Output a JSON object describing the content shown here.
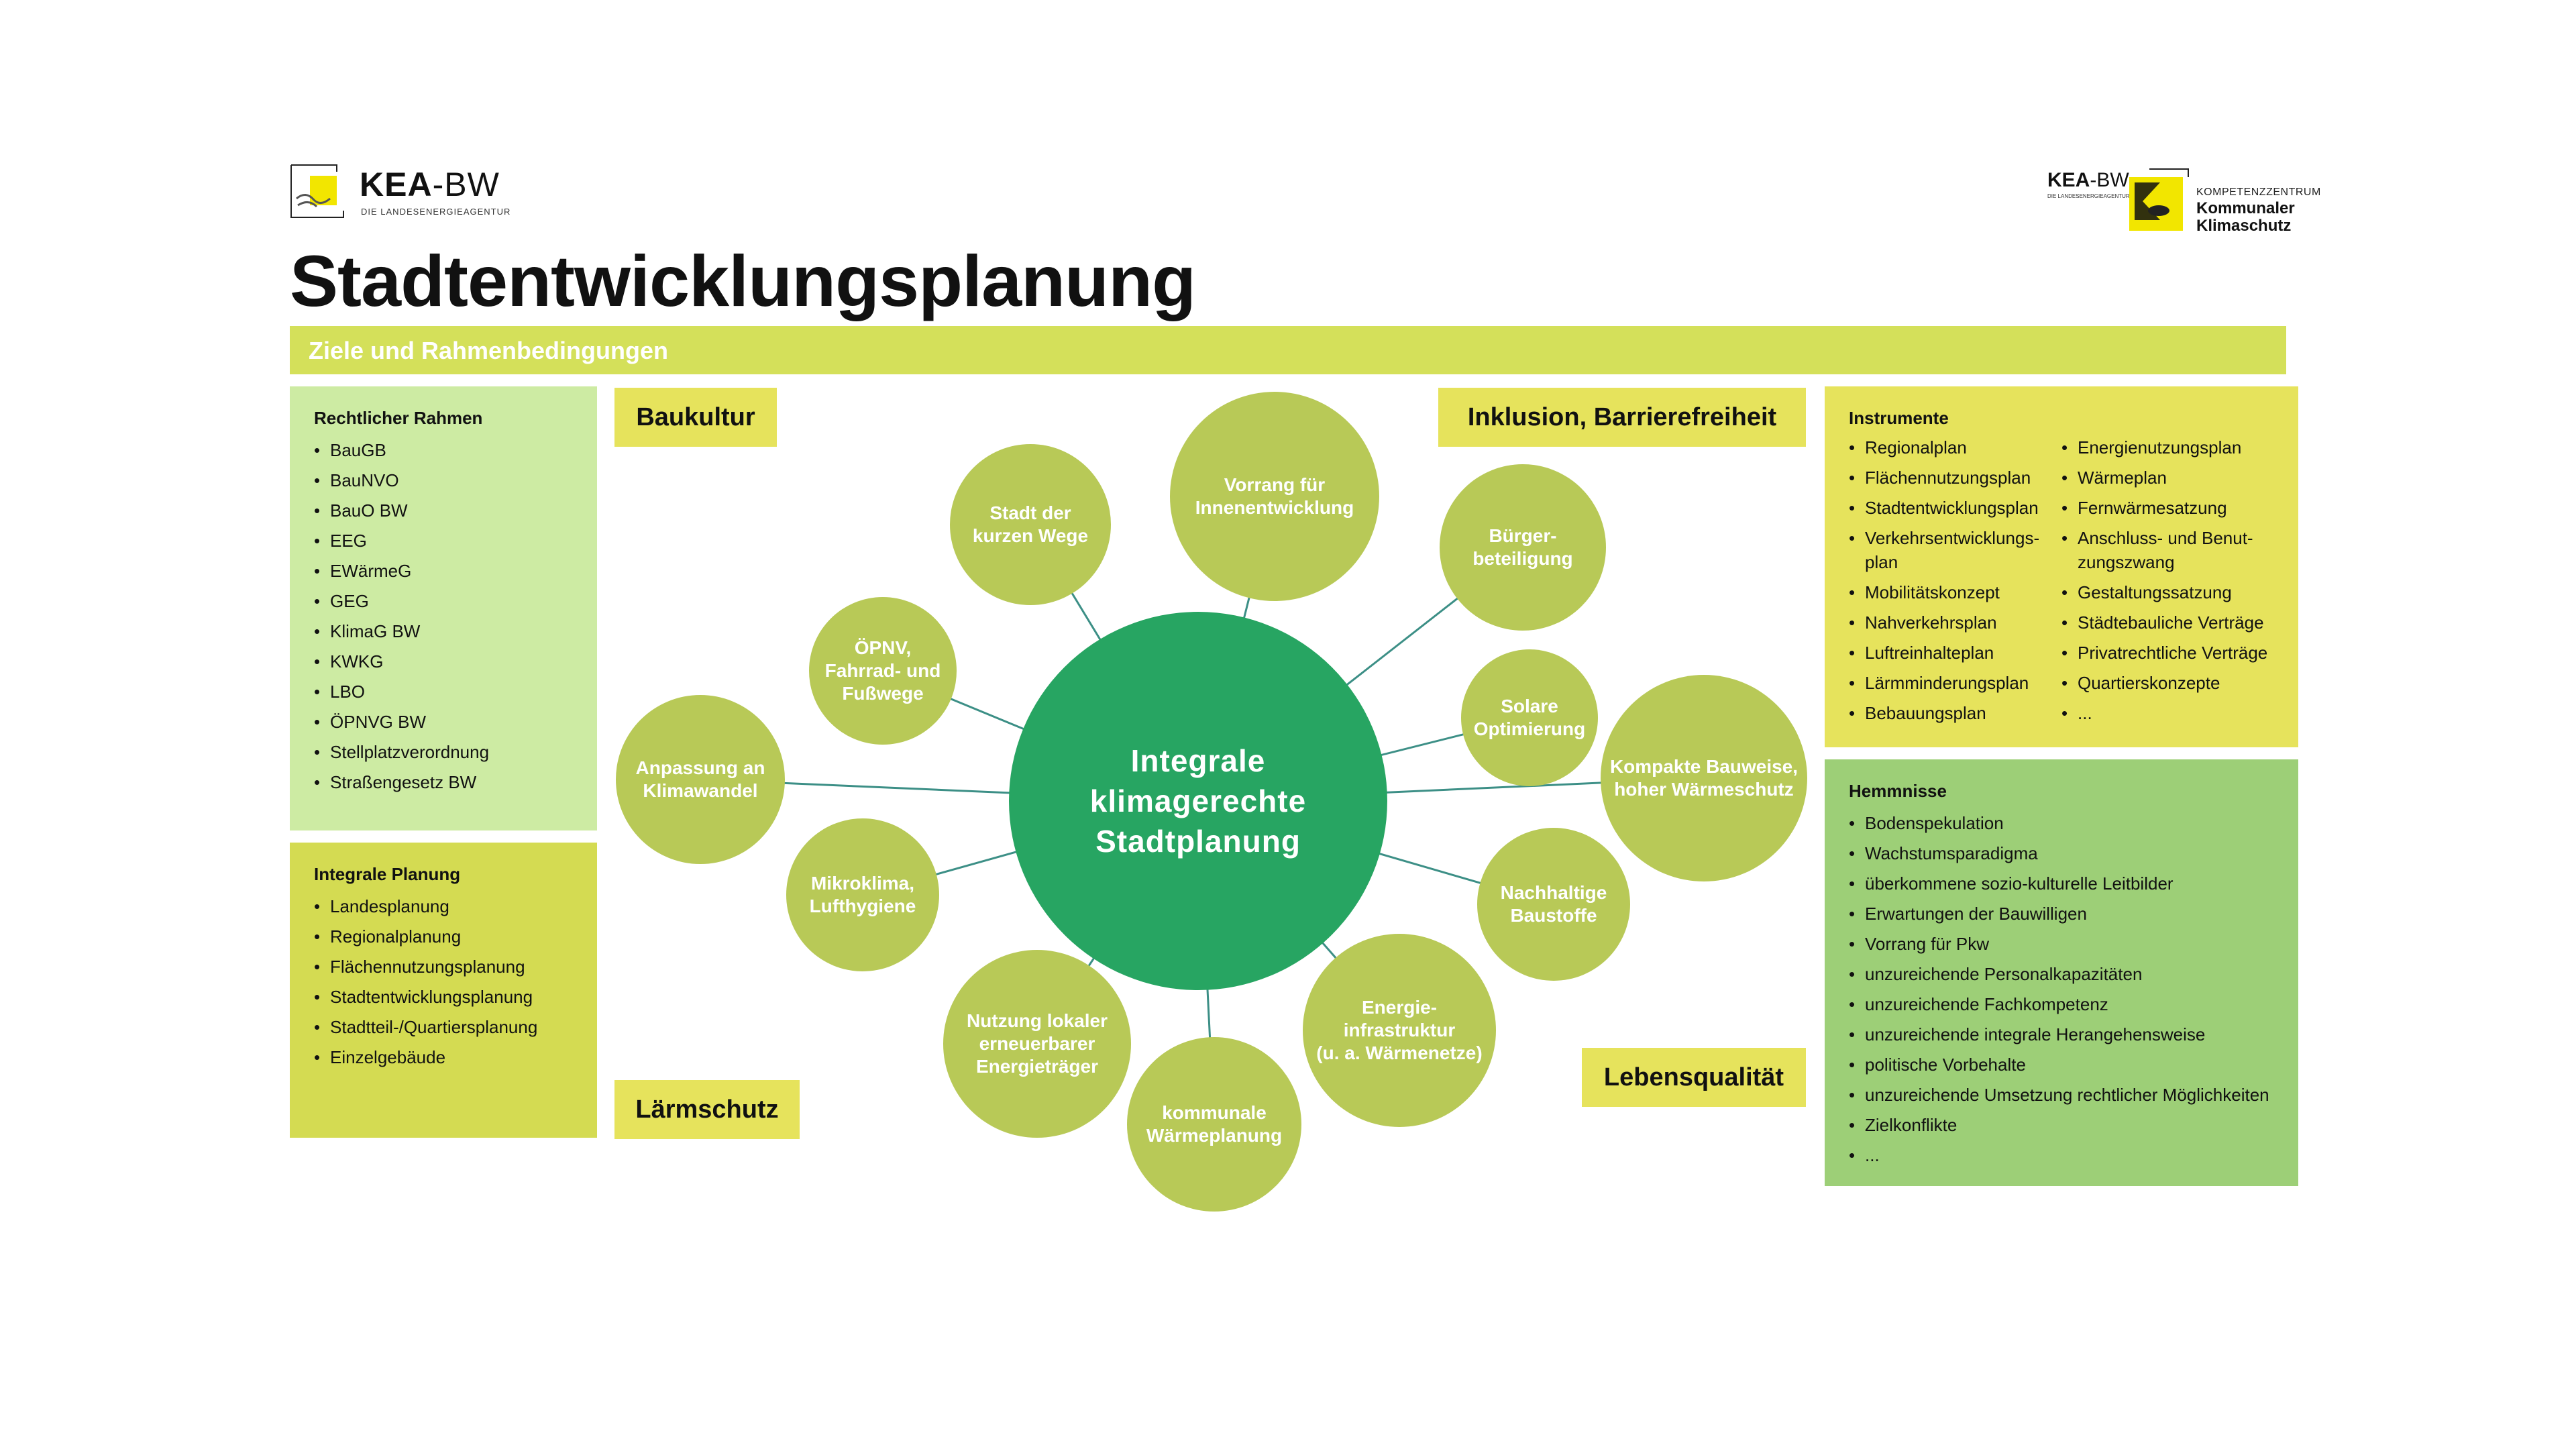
{
  "logo_kea": {
    "name_bold": "KEA",
    "name_light": "-BW",
    "subtitle": "DIE LANDESENERGIEAGENTUR"
  },
  "logo_kompetenz": {
    "name_bold": "KEA",
    "name_light": "-BW",
    "subtitle": "DIE LANDESENERGIEAGENTUR",
    "top_line": "KOMPETENZZENTRUM",
    "main_line": "Kommunaler\nKlimaschutz"
  },
  "page_title": "Stadtentwicklungsplanung",
  "banner": "Ziele und Rahmenbedingungen",
  "rechtlicher_rahmen": {
    "title": "Rechtlicher Rahmen",
    "items": [
      "BauGB",
      "BauNVO",
      "BauO BW",
      "EEG",
      "EWärmeG",
      "GEG",
      "KlimaG BW",
      "KWKG",
      "LBO",
      "ÖPNVG BW",
      "Stellplatzverordnung",
      "Straßengesetz BW"
    ]
  },
  "integrale_planung": {
    "title": "Integrale Planung",
    "items": [
      "Landesplanung",
      "Regionalplanung",
      "Flächennutzungsplanung",
      "Stadtentwicklungsplanung",
      "Stadtteil-/Quartiersplanung",
      "Einzelgebäude"
    ]
  },
  "instrumente": {
    "title": "Instrumente",
    "col1": [
      "Regionalplan",
      "Flächennutzungsplan",
      "Stadtentwicklungsplan",
      "Verkehrsentwicklungs-plan",
      "Mobilitätskonzept",
      "Nahverkehrsplan",
      "Luftreinhalteplan",
      "Lärmminderungsplan",
      "Bebauungsplan"
    ],
    "col2": [
      "Energienutzungsplan",
      "Wärmeplan",
      "Fernwärmesatzung",
      "Anschluss- und Benut-zungszwang",
      "Gestaltungssatzung",
      "Städtebauliche Verträge",
      "Privatrechtliche Verträge",
      "Quartierskonzepte",
      "..."
    ]
  },
  "hemmnisse": {
    "title": "Hemmnisse",
    "items": [
      "Bodenspekulation",
      "Wachstumsparadigma",
      "überkommene sozio-kulturelle Leitbilder",
      "Erwartungen der Bauwilligen",
      "Vorrang für Pkw",
      "unzureichende Personalkapazitäten",
      "unzureichende Fachkompetenz",
      "unzureichende integrale Herangehensweise",
      "politische Vorbehalte",
      "unzureichende Umsetzung rechtlicher Möglichkeiten",
      "Zielkonflikte",
      "..."
    ]
  },
  "tags": {
    "baukultur": "Baukultur",
    "inklusion": "Inklusion, Barrierefreiheit",
    "laermschutz": "Lärmschutz",
    "lebensqualitaet": "Lebensqualität"
  },
  "center": {
    "label": "Integrale\nklimagerechte\nStadtplanung",
    "color": "#27a562"
  },
  "satellites": [
    {
      "id": "vorrang",
      "label": "Vorrang für\nInnenentwicklung"
    },
    {
      "id": "buerger",
      "label": "Bürger-\nbeteiligung"
    },
    {
      "id": "solare",
      "label": "Solare\nOptimierung"
    },
    {
      "id": "kompakte",
      "label": "Kompakte Bauweise,\nhoher Wärmeschutz"
    },
    {
      "id": "baustoffe",
      "label": "Nachhaltige\nBaustoffe"
    },
    {
      "id": "energie",
      "label": "Energie-\ninfrastruktur\n(u. a. Wärmenetze)"
    },
    {
      "id": "waermeplanung",
      "label": "kommunale\nWärmeplanung"
    },
    {
      "id": "nutzung",
      "label": "Nutzung lokaler\nerneuerbarer\nEnergieträger"
    },
    {
      "id": "mikroklima",
      "label": "Mikroklima,\nLufthygiene"
    },
    {
      "id": "anpassung",
      "label": "Anpassung an\nKlimawandel"
    },
    {
      "id": "oepnv",
      "label": "ÖPNV,\nFahrrad- und\nFußwege"
    },
    {
      "id": "kurze",
      "label": "Stadt der\nkurzen Wege"
    }
  ],
  "colors": {
    "satellite": "#b8c957",
    "connector": "#3c8f86",
    "banner": "#d4e05a",
    "accent_yellow": "#e6e35c"
  }
}
